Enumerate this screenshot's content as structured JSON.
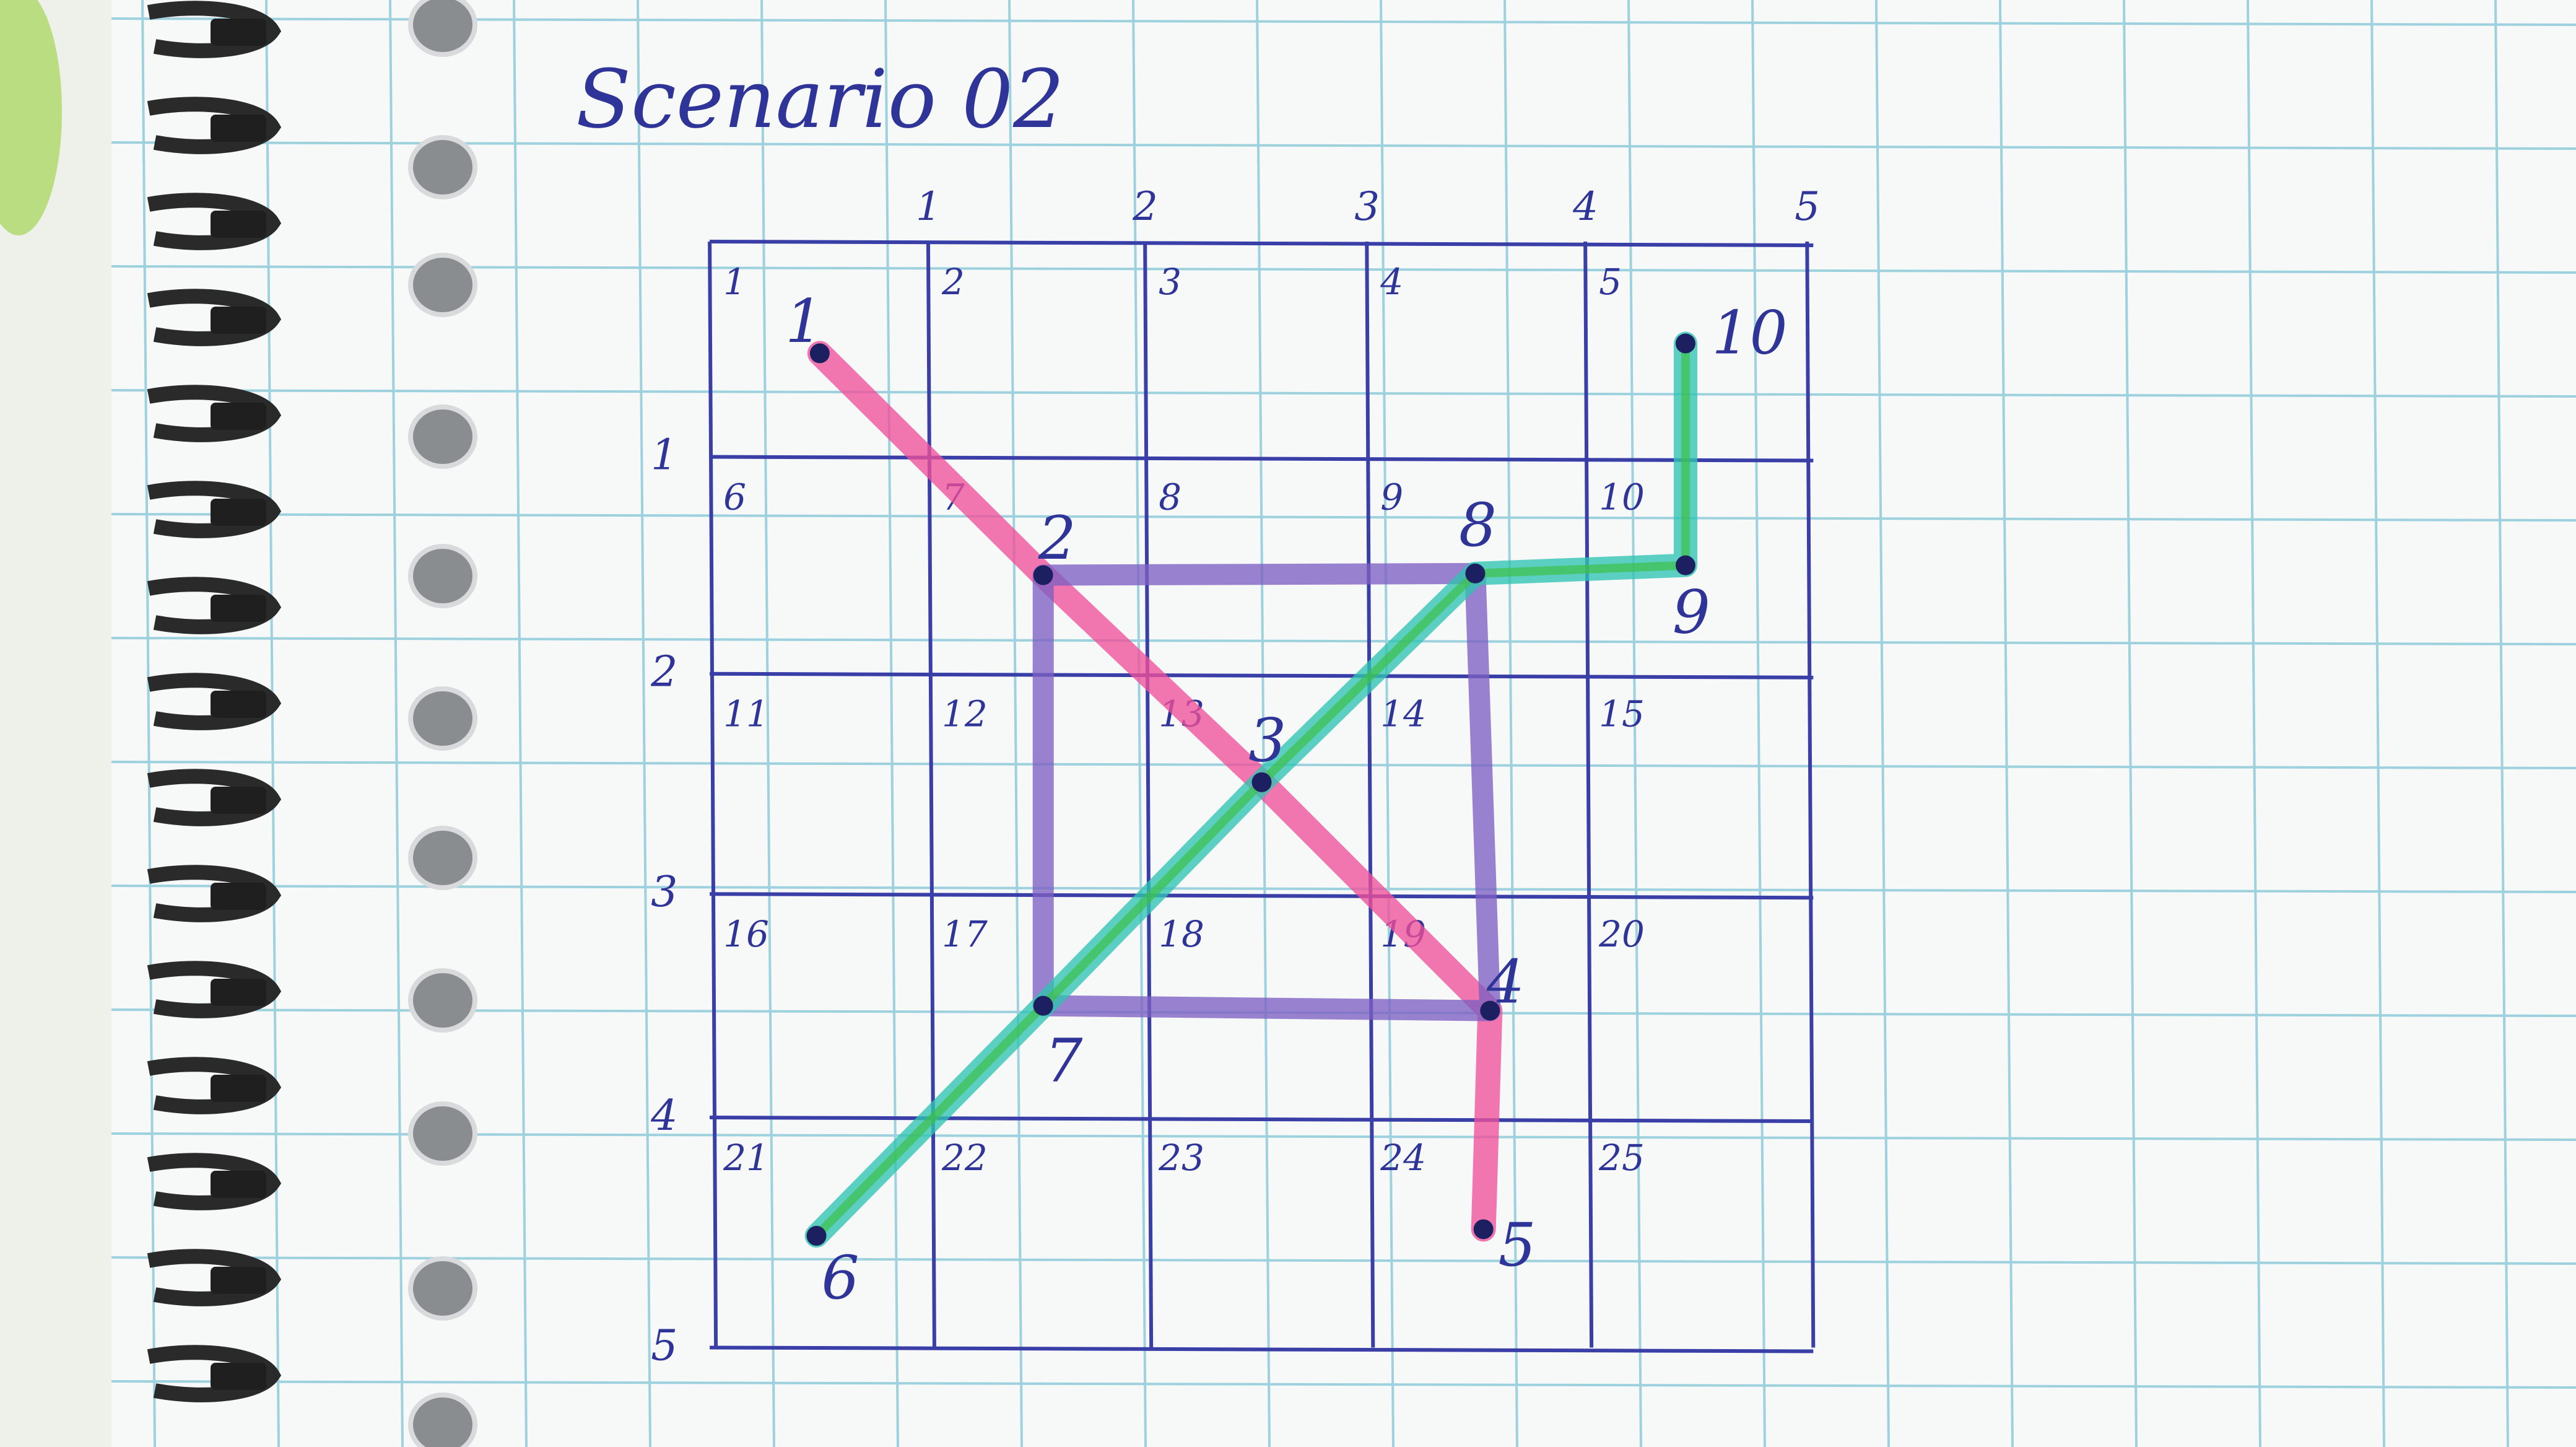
{
  "title": "Scenario 02",
  "axis": {
    "top_ticks": [
      "1",
      "2",
      "3",
      "4",
      "5"
    ],
    "left_ticks": [
      "1",
      "2",
      "3",
      "4",
      "5"
    ]
  },
  "grid": {
    "rows": 5,
    "cols": 5,
    "cell_numbers": [
      "1",
      "2",
      "3",
      "4",
      "5",
      "6",
      "7",
      "8",
      "9",
      "10",
      "11",
      "12",
      "13",
      "14",
      "15",
      "16",
      "17",
      "18",
      "19",
      "20",
      "21",
      "22",
      "23",
      "24",
      "25"
    ]
  },
  "nodes": [
    "1",
    "2",
    "3",
    "4",
    "5",
    "6",
    "7",
    "8",
    "9",
    "10"
  ],
  "paths": [
    {
      "color": "#f0509a",
      "node_sequence": [
        "1",
        "2",
        "3",
        "4",
        "5"
      ]
    },
    {
      "color": "#7d5fc2",
      "node_sequence": [
        "2",
        "8",
        "4",
        "7",
        "2"
      ]
    },
    {
      "color": "#2fc4b2",
      "node_sequence": [
        "6",
        "7",
        "3",
        "8",
        "9",
        "10"
      ]
    }
  ],
  "colors": {
    "ink": "#2f3598",
    "pink_marker": "#f0509a",
    "purple_marker": "#7d5fc2",
    "teal_marker": "#2fc4b2",
    "green_marker": "#3fbf4a",
    "paper_grid": "#7fc4d6",
    "spiral": "#2a2a2a"
  }
}
